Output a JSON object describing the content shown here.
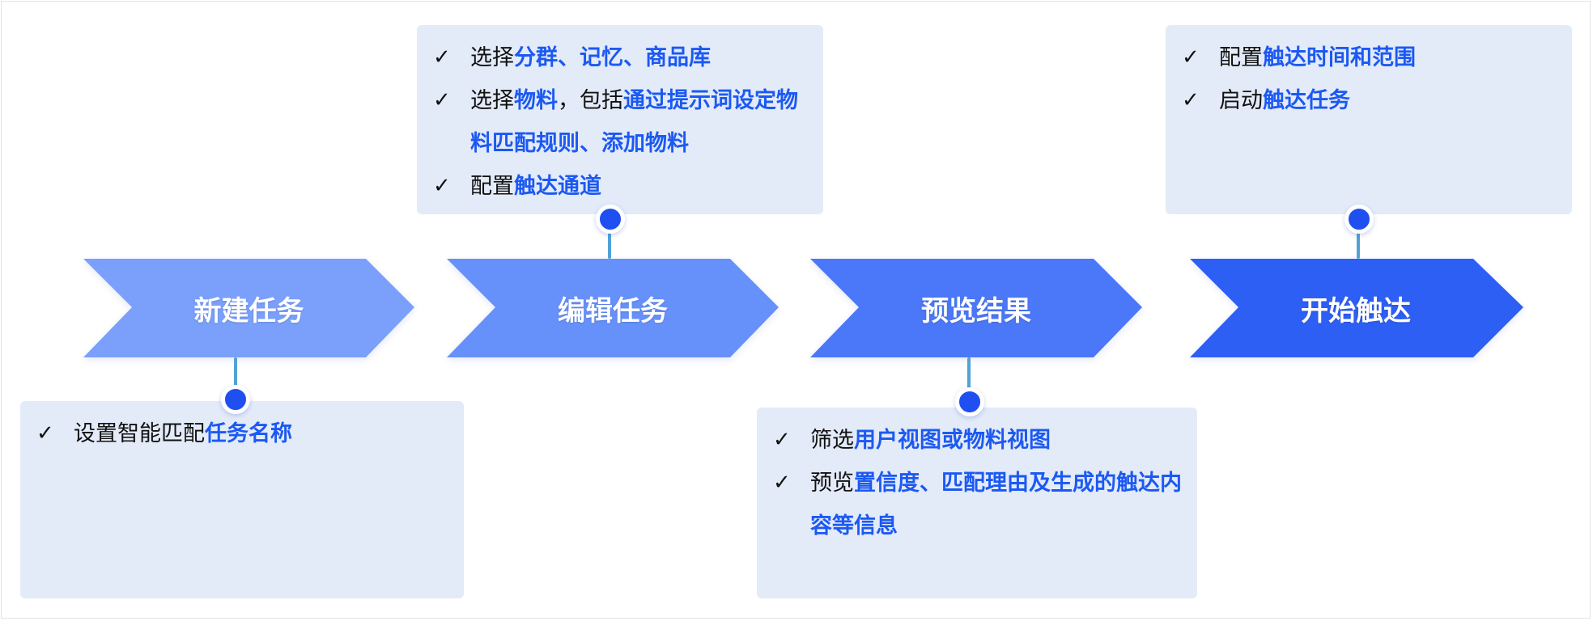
{
  "steps": [
    {
      "label": "新建任务",
      "color": "#7aa0fb"
    },
    {
      "label": "编辑任务",
      "color": "#6690fa"
    },
    {
      "label": "预览结果",
      "color": "#4b78f8"
    },
    {
      "label": "开始触达",
      "color": "#2e5ff4"
    }
  ],
  "cards": {
    "new_task": {
      "items": [
        [
          {
            "t": "设置智能匹配"
          },
          {
            "t": "任务名称",
            "hl": true
          }
        ]
      ]
    },
    "edit_task": {
      "items": [
        [
          {
            "t": "选择"
          },
          {
            "t": "分群、记忆、商品库",
            "hl": true
          }
        ],
        [
          {
            "t": "选择"
          },
          {
            "t": "物料",
            "hl": true
          },
          {
            "t": "，包括"
          },
          {
            "t": "通过提示词设定物料匹配规则、添加物料",
            "hl": true
          }
        ],
        [
          {
            "t": "配置"
          },
          {
            "t": "触达通道",
            "hl": true
          }
        ]
      ]
    },
    "preview": {
      "items": [
        [
          {
            "t": "筛选"
          },
          {
            "t": "用户视图或物料视图",
            "hl": true
          }
        ],
        [
          {
            "t": "预览"
          },
          {
            "t": "置信度、匹配理由及生成的触达内容等信息",
            "hl": true
          }
        ]
      ]
    },
    "start": {
      "items": [
        [
          {
            "t": "配置"
          },
          {
            "t": "触达时间和范围",
            "hl": true
          }
        ],
        [
          {
            "t": "启动"
          },
          {
            "t": "触达任务",
            "hl": true
          }
        ]
      ]
    }
  },
  "check_glyph": "✓",
  "colors": {
    "highlight": "#1c59f2",
    "card_bg": "#e3ebf8",
    "dot": "#1f4ff0",
    "connector": "#4fa3d6"
  }
}
